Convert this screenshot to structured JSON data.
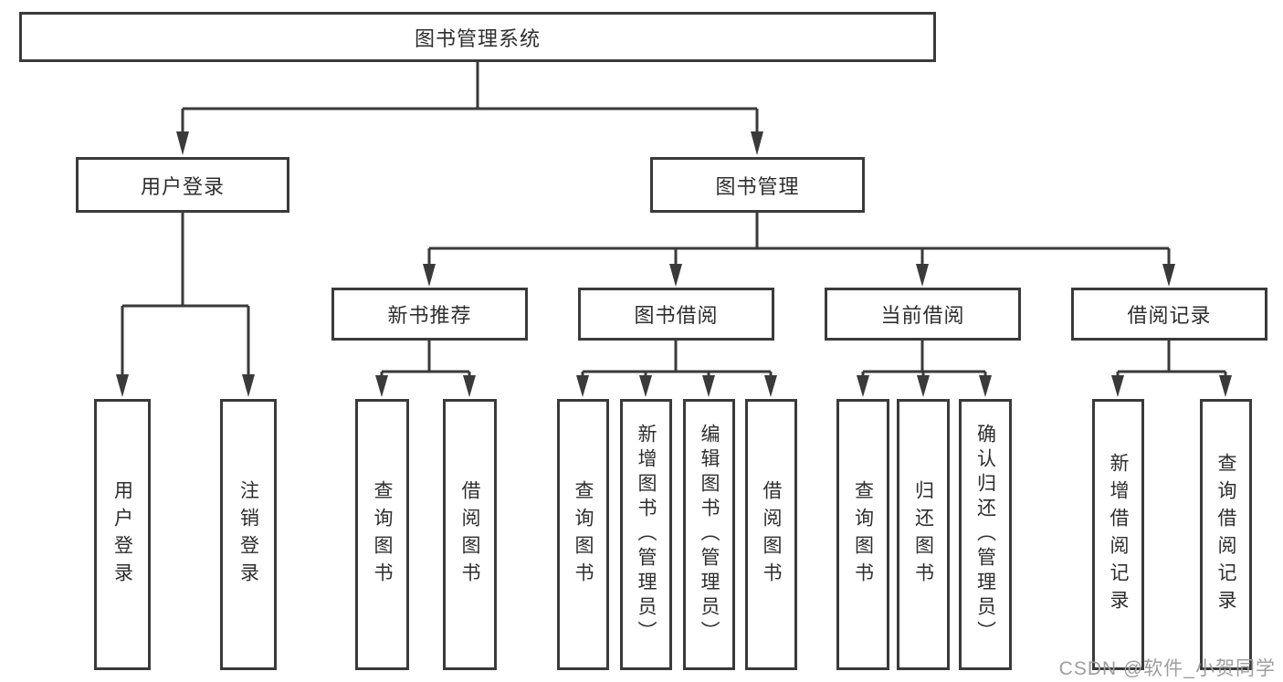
{
  "colors": {
    "line": "#3a3a3a",
    "text": "#2e2e2e",
    "watermark": "#9e9e9e",
    "background": "#ffffff"
  },
  "tree": {
    "root": {
      "label": "图书管理系统"
    },
    "user_login": {
      "label": "用户登录",
      "children": [
        {
          "label": "用户登录"
        },
        {
          "label": "注销登录"
        }
      ]
    },
    "book_mgmt": {
      "label": "图书管理",
      "groups": [
        {
          "label": "新书推荐",
          "children": [
            {
              "label": "查询图书"
            },
            {
              "label": "借阅图书"
            }
          ]
        },
        {
          "label": "图书借阅",
          "children": [
            {
              "label": "查询图书"
            },
            {
              "label": "新增图书（管理员）"
            },
            {
              "label": "编辑图书（管理员）"
            },
            {
              "label": "借阅图书"
            }
          ]
        },
        {
          "label": "当前借阅",
          "children": [
            {
              "label": "查询图书"
            },
            {
              "label": "归还图书"
            },
            {
              "label": "确认归还（管理员）"
            }
          ]
        },
        {
          "label": "借阅记录",
          "children": [
            {
              "label": "新增借阅记录"
            },
            {
              "label": "查询借阅记录"
            }
          ]
        }
      ]
    }
  },
  "watermark": {
    "text": "CSDN @软件_小贺同学"
  }
}
